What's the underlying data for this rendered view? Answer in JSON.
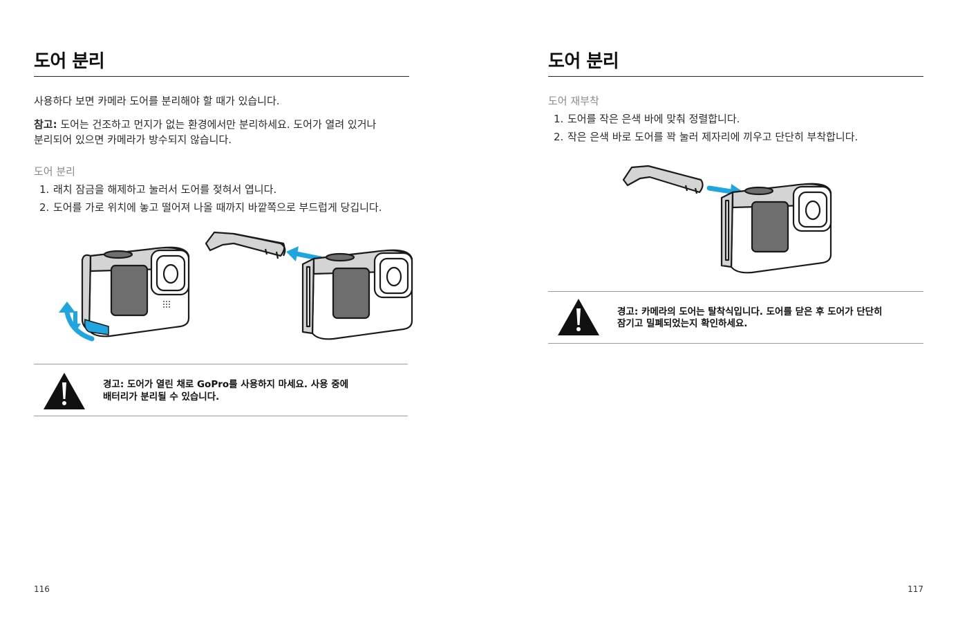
{
  "left_page": {
    "title": "도어 분리",
    "intro": "사용하다 보면 카메라 도어를 분리해야 할 때가 있습니다.",
    "note_label": "참고:",
    "note_line1": " 도어는 건조하고 먼지가 없는 환경에서만 분리하세요. 도어가 열려 있거나",
    "note_line2": "분리되어 있으면 카메라가 방수되지 않습니다.",
    "subheading": "도어 분리",
    "steps": [
      {
        "num": "1.",
        "text": "래치 잠금을 해제하고 눌러서 도어를 젖혀서 엽니다."
      },
      {
        "num": "2.",
        "text": "도어를 가로 위치에 놓고 떨어져 나올 때까지 바깥쪽으로 부드럽게 당깁니다."
      }
    ],
    "warning_line1": "경고: 도어가 열린 채로 GoPro를 사용하지 마세요. 사용 중에",
    "warning_line2": "배터리가 분리될 수 있습니다.",
    "page_number": "116"
  },
  "right_page": {
    "title": "도어 분리",
    "subheading": "도어 재부착",
    "steps": [
      {
        "num": "1.",
        "text": "도어를 작은 은색 바에 맞춰 정렬합니다."
      },
      {
        "num": "2.",
        "text": "작은 은색 바로 도어를 꽉 눌러 제자리에 끼우고 단단히 부착합니다."
      }
    ],
    "warning_line1": "경고: 카메라의 도어는 탈착식입니다. 도어를 닫은 후 도어가 단단히",
    "warning_line2": "잠기고 밀폐되었는지 확인하세요.",
    "page_number": "117"
  },
  "colors": {
    "accent_blue": "#1fa6e0",
    "screen_gray": "#6e6e6e",
    "body_gray": "#d4d4d4"
  },
  "icons": [
    "warning-triangle-icon",
    "camera-illustration",
    "door-illustration",
    "arrow-icon"
  ]
}
